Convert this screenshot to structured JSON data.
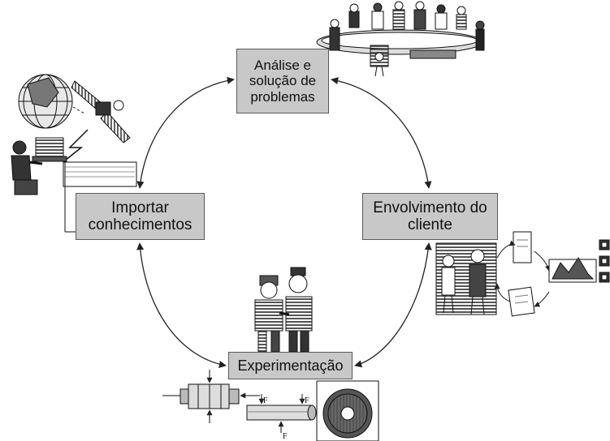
{
  "diagram": {
    "nodes": {
      "analise": [
        "Análise e",
        "solução de",
        "problemas"
      ],
      "importar": [
        "Importar",
        "conhecimentos"
      ],
      "envolvimento": [
        "Envolvimento do",
        "cliente"
      ],
      "experimentacao": [
        "Experimentação"
      ]
    },
    "force_labels": [
      "F",
      "F",
      "F"
    ],
    "colors": {
      "box_fill": "#c8c8c8",
      "box_border": "#5a5a5a",
      "line": "#222222"
    }
  }
}
